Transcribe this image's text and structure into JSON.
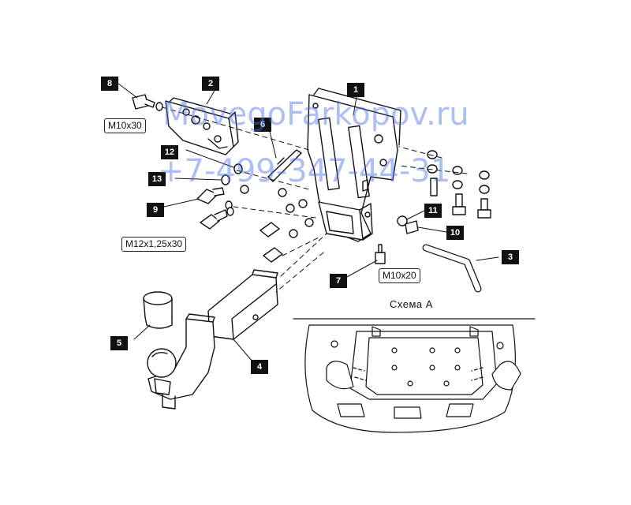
{
  "callouts": [
    "1",
    "2",
    "3",
    "4",
    "5",
    "6",
    "7",
    "8",
    "9",
    "10",
    "11",
    "12",
    "13"
  ],
  "specs": {
    "bolt_8": "M10x30",
    "bolt_9": "M12x1,25x30",
    "bolt_7": "M10x20"
  },
  "scheme_title": "Схема А",
  "watermark": {
    "site": "MovegoFarkopov.ru",
    "phone": "+7-499-347-44-31",
    "color": "#466ee6"
  },
  "colors": {
    "line": "#111111",
    "callout_bg": "#111111",
    "callout_text": "#ffffff"
  }
}
